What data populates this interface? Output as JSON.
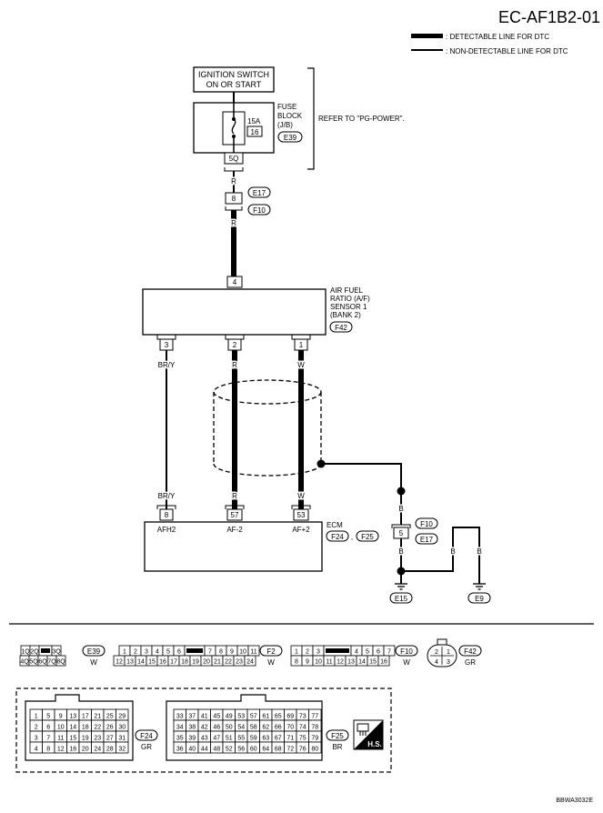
{
  "header": {
    "page_code": "EC-AF1B2-01",
    "legend": [
      {
        "line": "thick",
        "label": ": DETECTABLE LINE FOR DTC"
      },
      {
        "line": "thin",
        "label": ": NON-DETECTABLE LINE FOR DTC"
      }
    ]
  },
  "ignition_switch": {
    "line1": "IGNITION SWITCH",
    "line2": "ON OR START"
  },
  "fuse_block": {
    "label_lines": [
      "FUSE",
      "BLOCK",
      "(J/B)"
    ],
    "connector": "E39",
    "fuse_rating": "15A",
    "fuse_number": "16",
    "terminal": "5Q",
    "refer_text": "REFER TO \"PG-POWER\"."
  },
  "joint_connector_1": {
    "terminal": "8",
    "connectors": [
      "E17",
      "F10"
    ]
  },
  "wires": {
    "power_upper": "R",
    "power_lower": "R",
    "heater_top": "BR/Y",
    "af_minus_top": "R",
    "af_plus_top": "W",
    "heater_bottom": "BR/Y",
    "af_minus_bottom": "R",
    "af_plus_bottom": "W",
    "shield_upper": "B",
    "shield_lower": "B",
    "ground_e15": "B",
    "ground_e9": "B"
  },
  "af_sensor": {
    "label_lines": [
      "AIR FUEL",
      "RATIO (A/F)",
      "SENSOR 1",
      "(BANK 2)"
    ],
    "connector": "F42",
    "top_terminal": "4",
    "bottom_terminals": [
      "3",
      "2",
      "1"
    ]
  },
  "ecm": {
    "label": "ECM",
    "connectors": [
      "F24",
      "F25"
    ],
    "separator": ",",
    "terminals": [
      {
        "number": "8",
        "function": "AFH2"
      },
      {
        "number": "57",
        "function": "AF-2"
      },
      {
        "number": "53",
        "function": "AF+2"
      }
    ]
  },
  "joint_connector_2": {
    "terminal": "5",
    "connectors": [
      "F10",
      "E17"
    ]
  },
  "grounds": [
    "E15",
    "E9"
  ],
  "connector_views": {
    "e39": {
      "id": "E39",
      "color": "W",
      "row1": [
        "1Q",
        "2Q",
        "3Q"
      ],
      "row2": [
        "4Q",
        "5Q",
        "6Q",
        "7Q",
        "8Q"
      ]
    },
    "f2": {
      "id": "F2",
      "color": "W",
      "row1": [
        "1",
        "2",
        "3",
        "4",
        "5",
        "6",
        "7",
        "8",
        "9",
        "10",
        "11"
      ],
      "row2": [
        "12",
        "13",
        "14",
        "15",
        "16",
        "17",
        "18",
        "19",
        "20",
        "21",
        "22",
        "23",
        "24"
      ]
    },
    "f10": {
      "id": "F10",
      "color": "W",
      "row1": [
        "1",
        "2",
        "3",
        "4",
        "5",
        "6",
        "7"
      ],
      "row2": [
        "8",
        "9",
        "10",
        "11",
        "12",
        "13",
        "14",
        "15",
        "16"
      ]
    },
    "f42": {
      "id": "F42",
      "color": "GR",
      "row1": [
        "2",
        "1"
      ],
      "row2": [
        "4",
        "3"
      ]
    },
    "f24": {
      "id": "F24",
      "color": "GR",
      "rows": [
        [
          "1",
          "5",
          "9",
          "13",
          "17",
          "21",
          "25",
          "29"
        ],
        [
          "2",
          "6",
          "10",
          "14",
          "18",
          "22",
          "26",
          "30"
        ],
        [
          "3",
          "7",
          "11",
          "15",
          "19",
          "23",
          "27",
          "31"
        ],
        [
          "4",
          "8",
          "12",
          "16",
          "20",
          "24",
          "28",
          "32"
        ]
      ]
    },
    "f25": {
      "id": "F25",
      "color": "BR",
      "rows": [
        [
          "33",
          "37",
          "41",
          "45",
          "49",
          "53",
          "57",
          "61",
          "65",
          "69",
          "73",
          "77"
        ],
        [
          "34",
          "38",
          "42",
          "46",
          "50",
          "54",
          "58",
          "62",
          "66",
          "70",
          "74",
          "78"
        ],
        [
          "35",
          "39",
          "43",
          "47",
          "51",
          "55",
          "59",
          "63",
          "67",
          "71",
          "75",
          "79"
        ],
        [
          "36",
          "40",
          "44",
          "48",
          "52",
          "56",
          "60",
          "64",
          "68",
          "72",
          "76",
          "80"
        ]
      ]
    },
    "hs_badge": "H.S."
  },
  "footer": {
    "figure_code": "BBWA3032E"
  }
}
